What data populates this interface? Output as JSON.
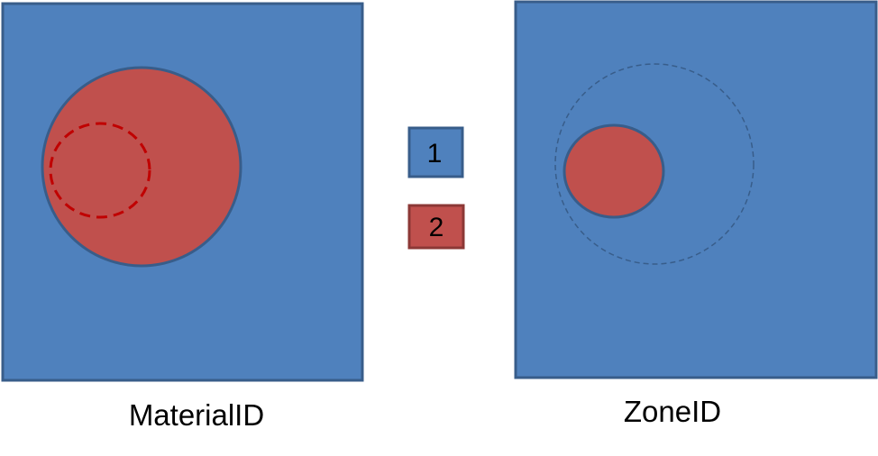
{
  "colors": {
    "blue_fill": "#4f81bd",
    "red_fill": "#c0504d",
    "outline": "#385d8a",
    "red_outline": "#8c3836",
    "dashed_red": "#c00000",
    "dashed_blue": "#385d8a"
  },
  "left_panel": {
    "caption": "MaterialID"
  },
  "right_panel": {
    "caption": "ZoneID"
  },
  "legend": {
    "items": [
      {
        "label": "1",
        "color": "#4f81bd"
      },
      {
        "label": "2",
        "color": "#c0504d"
      }
    ]
  }
}
